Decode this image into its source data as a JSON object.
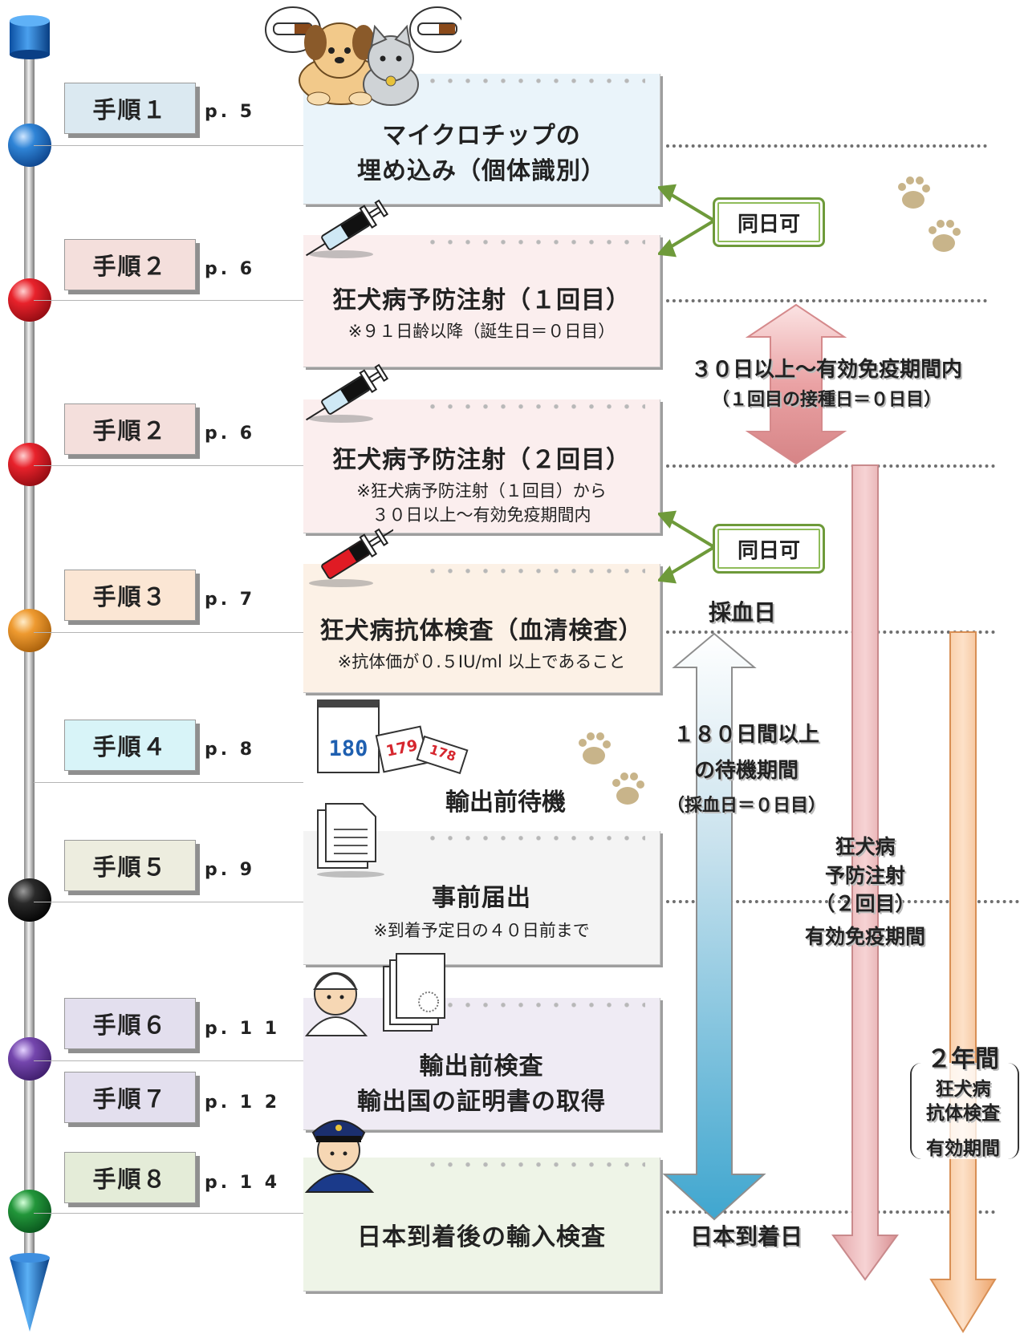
{
  "steps": [
    {
      "label": "手順１",
      "page": "p. 5"
    },
    {
      "label": "手順２",
      "page": "p. 6"
    },
    {
      "label": "手順２",
      "page": "p. 6"
    },
    {
      "label": "手順３",
      "page": "p. 7"
    },
    {
      "label": "手順４",
      "page": "p. 8"
    },
    {
      "label": "手順５",
      "page": "p. 9"
    },
    {
      "label": "手順６",
      "page": "p. 1 1"
    },
    {
      "label": "手順７",
      "page": "p. 1 2"
    },
    {
      "label": "手順８",
      "page": "p. 1 4"
    }
  ],
  "cards": {
    "microchip": {
      "line1": "マイクロチップの",
      "line2": "埋め込み（個体識別）"
    },
    "rabies1": {
      "title": "狂犬病予防注射（１回目）",
      "note": "※９１日齢以降（誕生日＝０日目）"
    },
    "rabies2": {
      "title": "狂犬病予防注射（２回目）",
      "note1": "※狂犬病予防注射（１回目）から",
      "note2": "３０日以上～有効免疫期間内"
    },
    "antibody": {
      "title": "狂犬病抗体検査（血清検査）",
      "note": "※抗体価が０.５IU/ml 以上であること"
    },
    "waiting": {
      "title": "輸出前待機"
    },
    "notice": {
      "title": "事前届出",
      "note": "※到着予定日の４０日前まで"
    },
    "inspection": {
      "line1": "輸出前検査",
      "line2": "輸出国の証明書の取得"
    },
    "arrival": {
      "title": "日本到着後の輸入検査"
    }
  },
  "calendar_numbers": {
    "first": "180",
    "second": "179",
    "third": "178"
  },
  "same_day": "同日可",
  "interval": {
    "line1": "３０日以上～有効免疫期間内",
    "line2": "（１回目の接種日＝０日目）"
  },
  "blood_day": "採血日",
  "wait_period": {
    "line1": "１８０日間以上",
    "line2": "の待機期間",
    "line3": "（採血日＝０日目）"
  },
  "arrival_day": "日本到着日",
  "vaccine_validity": {
    "line1": "狂犬病",
    "line2": "予防注射",
    "line3": "（２回目）",
    "line4": "有効免疫期間"
  },
  "antibody_validity": {
    "line1": "２年間",
    "line2": "狂犬病",
    "line3": "抗体検査",
    "line4": "有効期間"
  },
  "colors": {
    "step1": "#dbe9f1",
    "step2": "#f4dfdc",
    "step3": "#fbe6d4",
    "step4": "#d8f4f8",
    "step5": "#ededdf",
    "step6": "#e3dfee",
    "step8": "#e4ecd8",
    "ball1": "#1a6fc9",
    "ball2": "#e01b24",
    "ball3": "#e88a1a",
    "ball4": "#111111",
    "ball5": "#6a3fa0",
    "ball6": "#1f8a2e",
    "badge": "#6e9a3a"
  }
}
